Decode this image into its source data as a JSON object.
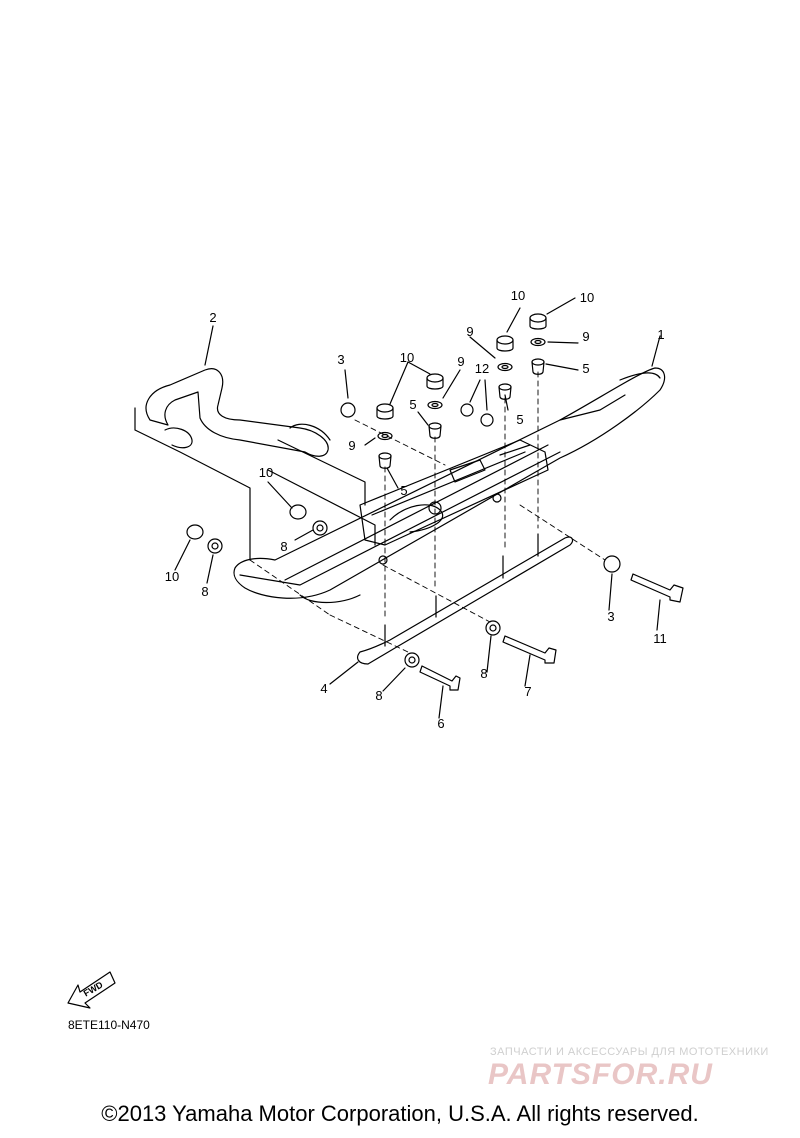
{
  "diagram": {
    "callouts": [
      {
        "id": "c1",
        "text": "1"
      },
      {
        "id": "c2",
        "text": "2"
      },
      {
        "id": "c3a",
        "text": "3"
      },
      {
        "id": "c3b",
        "text": "3"
      },
      {
        "id": "c4",
        "text": "4"
      },
      {
        "id": "c5a",
        "text": "5"
      },
      {
        "id": "c5b",
        "text": "5"
      },
      {
        "id": "c5c",
        "text": "5"
      },
      {
        "id": "c5d",
        "text": "5"
      },
      {
        "id": "c6",
        "text": "6"
      },
      {
        "id": "c7",
        "text": "7"
      },
      {
        "id": "c8a",
        "text": "8"
      },
      {
        "id": "c8b",
        "text": "8"
      },
      {
        "id": "c8c",
        "text": "8"
      },
      {
        "id": "c8d",
        "text": "8"
      },
      {
        "id": "c9a",
        "text": "9"
      },
      {
        "id": "c9b",
        "text": "9"
      },
      {
        "id": "c9c",
        "text": "9"
      },
      {
        "id": "c9d",
        "text": "9"
      },
      {
        "id": "c10a",
        "text": "10"
      },
      {
        "id": "c10b",
        "text": "10"
      },
      {
        "id": "c10c",
        "text": "10"
      },
      {
        "id": "c10d",
        "text": "10"
      },
      {
        "id": "c10e",
        "text": "10"
      },
      {
        "id": "c11",
        "text": "11"
      },
      {
        "id": "c12",
        "text": "12"
      }
    ],
    "fwd_label": "FWD",
    "fwd_code": "8ETE110-N470"
  },
  "watermark": {
    "tagline": "ЗАПЧАСТИ И АКСЕССУАРЫ ДЛЯ МОТОТЕХНИКИ",
    "logo": "PARTSFOR.RU"
  },
  "copyright": "©2013 Yamaha Motor Corporation, U.S.A. All rights reserved."
}
